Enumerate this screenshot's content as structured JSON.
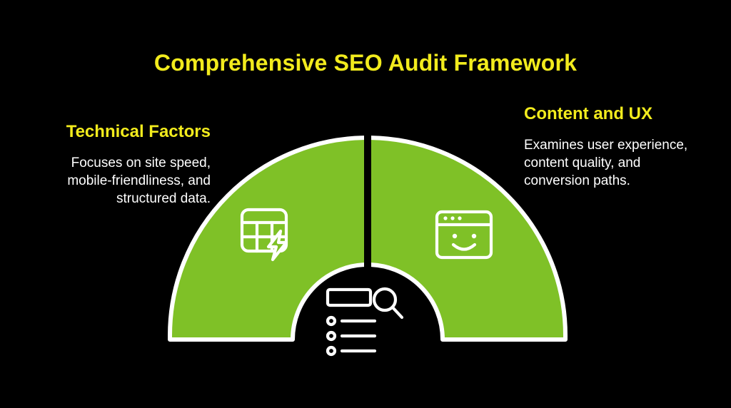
{
  "slide": {
    "background_color": "#000000",
    "accent_color": "#7fc127",
    "heading_color": "#f2eb1d",
    "body_color": "#ffffff",
    "title": "Comprehensive SEO Audit Framework"
  },
  "left_block": {
    "heading": "Technical Factors",
    "body": "Focuses on site speed, mobile-friendliness, and structured data."
  },
  "right_block": {
    "heading": "Content and UX",
    "body": "Examines user experience, content quality, and conversion paths."
  },
  "icons": {
    "left": "table-lightning-icon",
    "right": "browser-smiley-icon",
    "center": "search-results-icon"
  }
}
